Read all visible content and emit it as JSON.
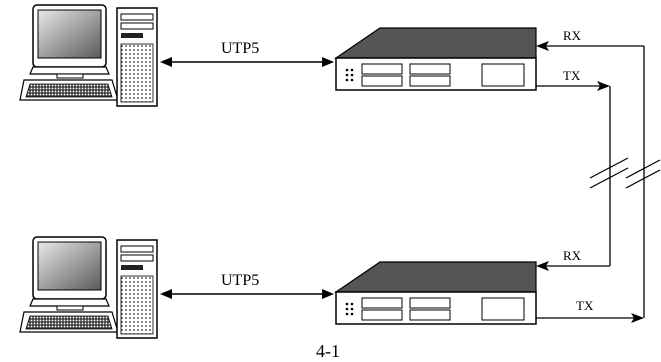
{
  "diagram": {
    "caption": "4-1",
    "top_link": {
      "cable_label": "UTP5",
      "rx_label": "RX",
      "tx_label": "TX"
    },
    "bottom_link": {
      "cable_label": "UTP5",
      "rx_label": "RX",
      "tx_label": "TX"
    }
  },
  "colors": {
    "stroke": "#000000",
    "case_fill": "#ffffff",
    "screen_fill": "#7a7a7a",
    "dark": "#1a1a1a"
  }
}
